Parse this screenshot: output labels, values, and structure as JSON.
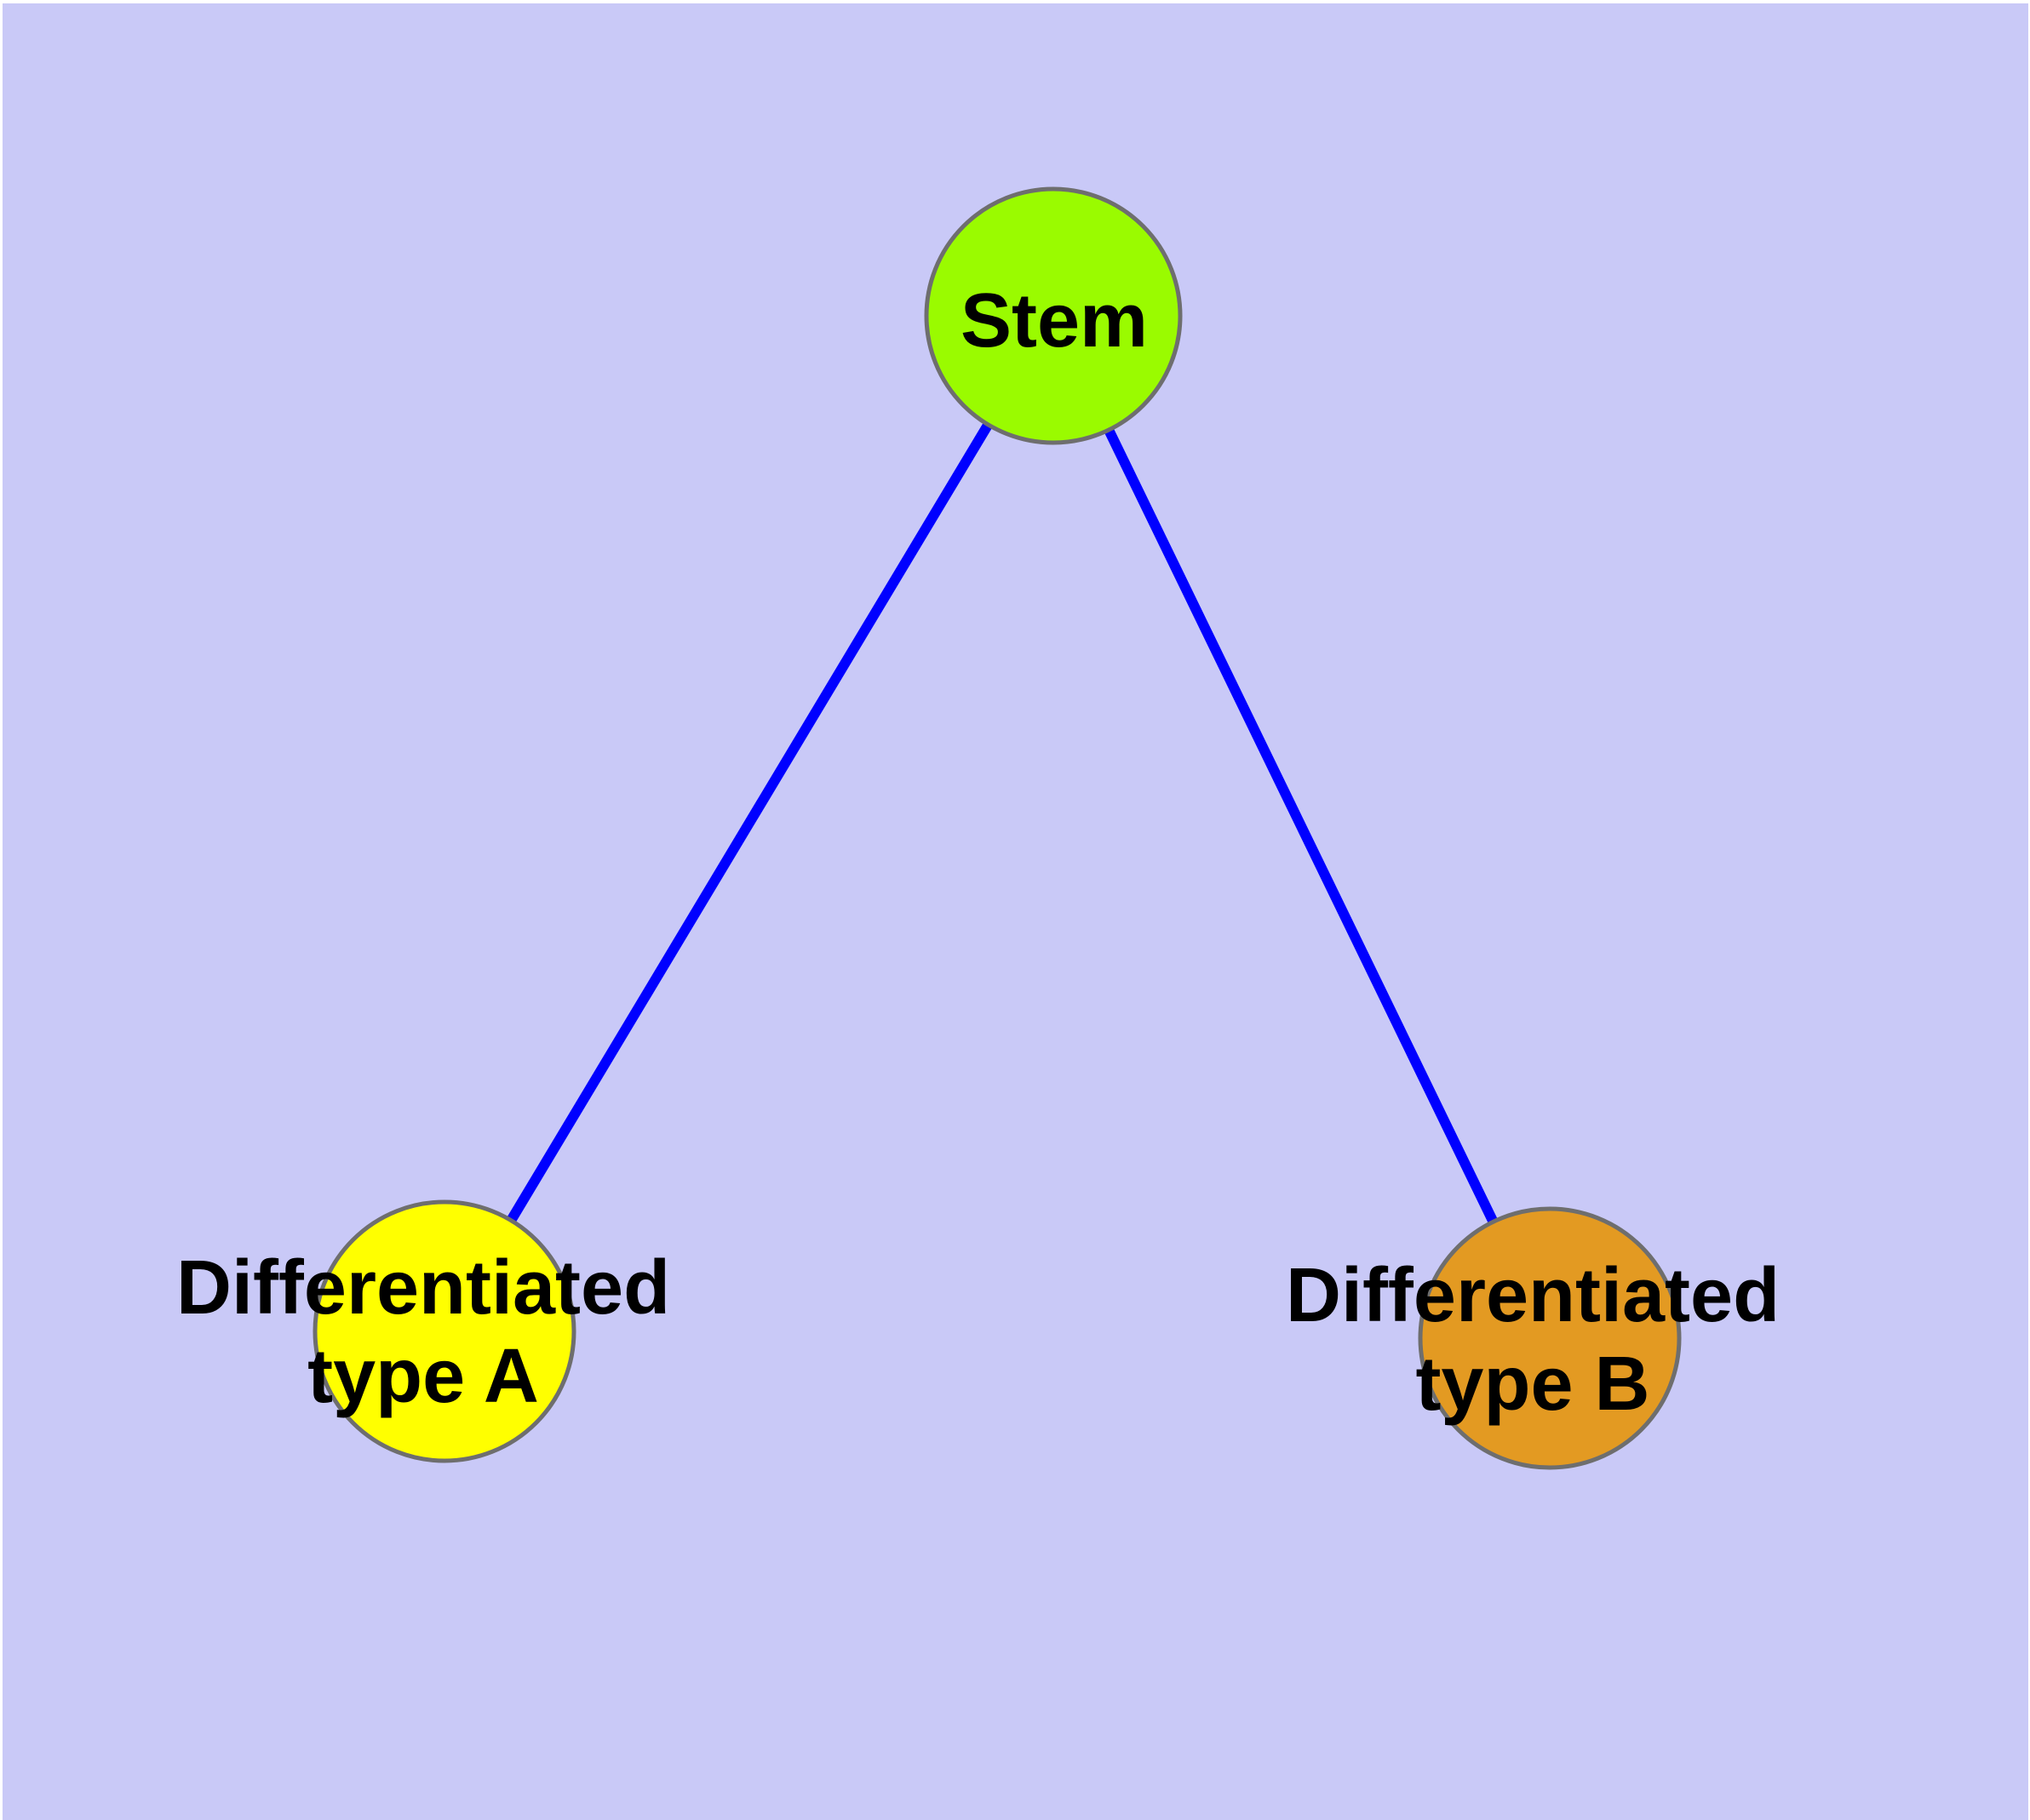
{
  "diagram": {
    "background_color": "#C9C9F7",
    "outer_margin_color": "#FFFFFF",
    "node_border_color": "#6E6E6E",
    "text_color": "#000000",
    "edge": {
      "color": "#0000FF"
    },
    "nodes": {
      "stem": {
        "label": "Stem",
        "fill": "#9AFB00"
      },
      "type_a": {
        "label_line1": "Differentiated",
        "label_line2": "type A",
        "fill": "#FFFF00"
      },
      "type_b": {
        "label_line1": "Differentiated",
        "label_line2": "type B",
        "fill": "#E39A22"
      }
    }
  }
}
